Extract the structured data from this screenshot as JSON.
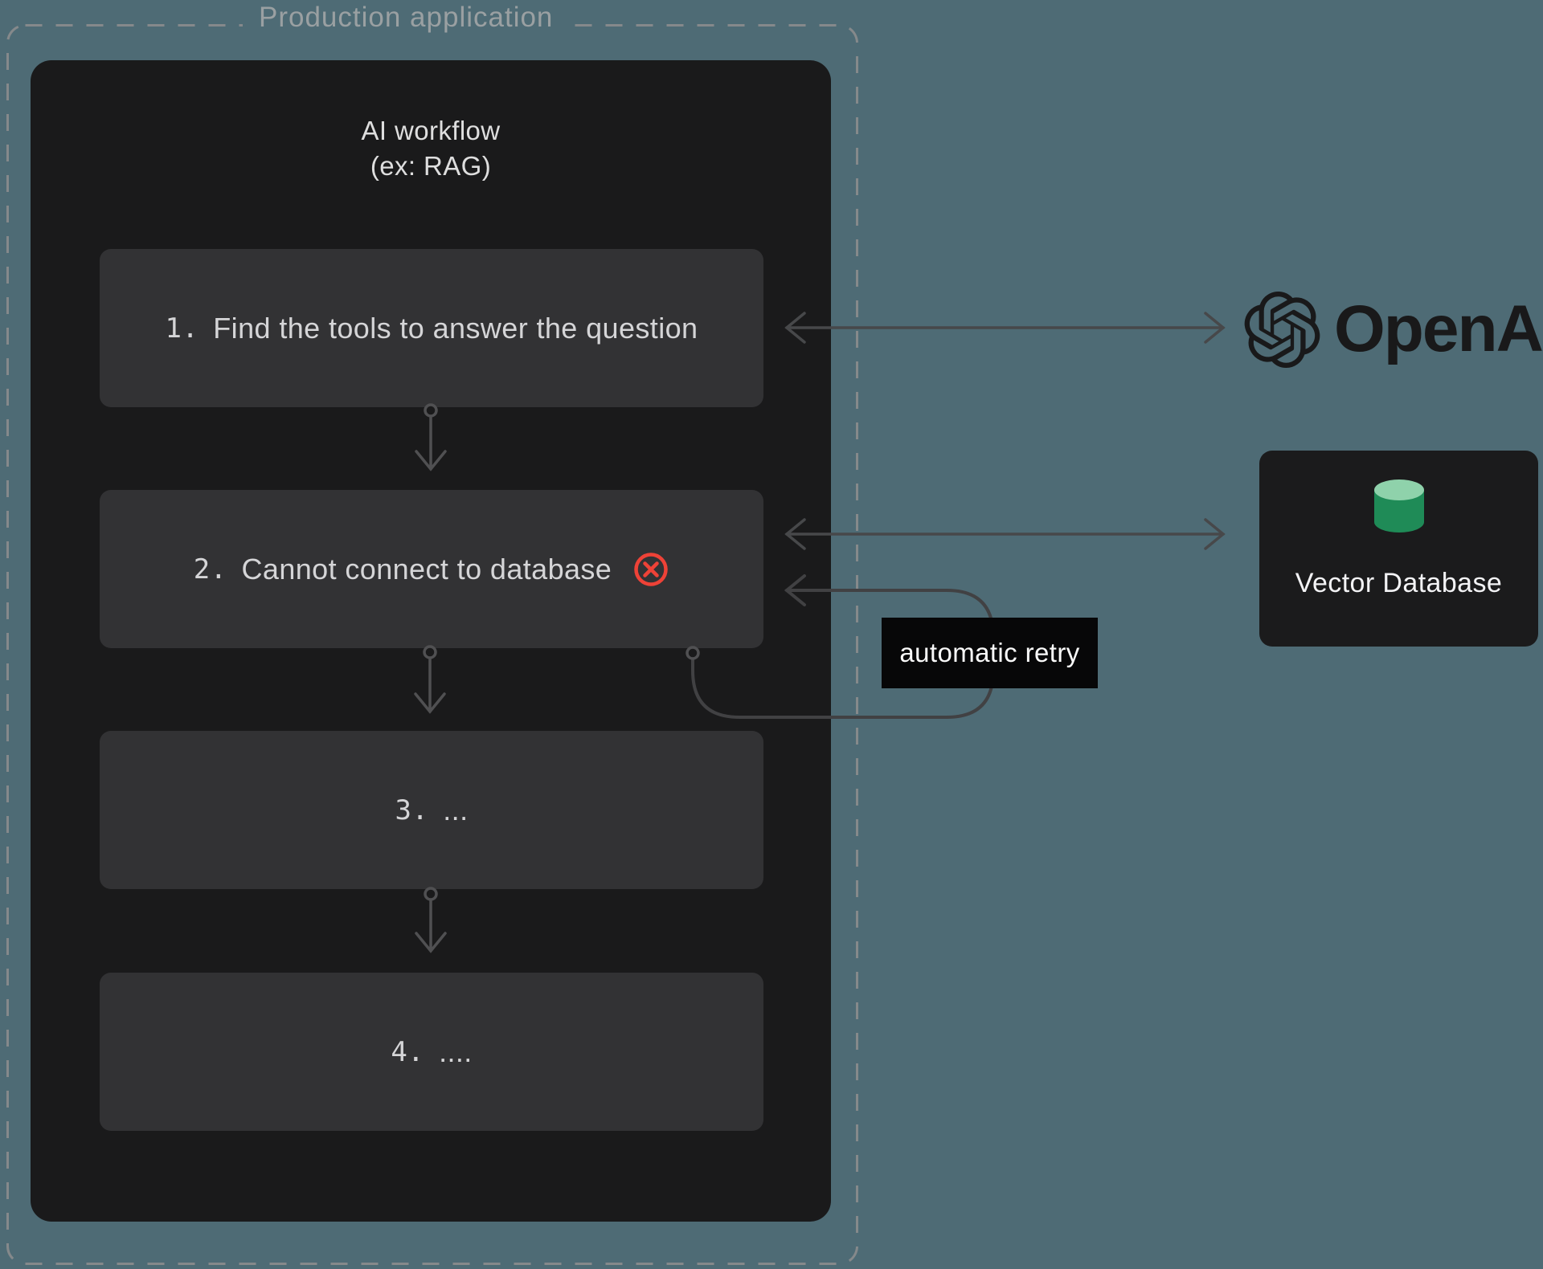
{
  "boundary": {
    "label": "Production application"
  },
  "workflow": {
    "title": "AI workflow",
    "subtitle": "(ex: RAG)",
    "steps": [
      {
        "number": "1.",
        "text": "Find the tools to answer the question",
        "status": "ok"
      },
      {
        "number": "2.",
        "text": "Cannot connect to database",
        "status": "error"
      },
      {
        "number": "3.",
        "text": "...",
        "status": "ok"
      },
      {
        "number": "4.",
        "text": "....",
        "status": "ok"
      }
    ]
  },
  "retry": {
    "label": "automatic retry"
  },
  "services": {
    "openai": {
      "wordmark": "OpenAI"
    },
    "vector_database": {
      "label": "Vector Database"
    }
  },
  "colors": {
    "background": "#4e6b75",
    "panel": "#1a1a1b",
    "step_box": "#323234",
    "step_text": "#d5d5d7",
    "error_red": "#ee4237",
    "retry_box": "#070708",
    "arrow_gray": "#47484a",
    "connector_gray": "#505052",
    "dashed_border": "#85898b",
    "label_gray": "#9aa0a2",
    "logo_dark": "#19191a",
    "cylinder_green": "#1f8b57",
    "cylinder_green_light": "#8fd2ab"
  }
}
